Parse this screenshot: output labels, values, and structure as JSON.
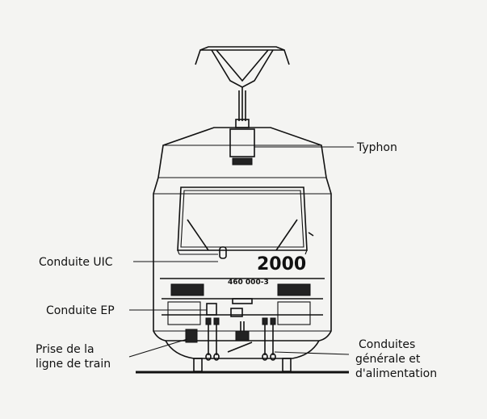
{
  "labels": {
    "typhon": "Typhon",
    "conduite_uic": "Conduite UIC",
    "conduite_ep": "Conduite EP",
    "prise_line1": "Prise de la",
    "prise_line2": "ligne de train",
    "conduites_line1": "Conduites",
    "conduites_line2": "générale et",
    "conduites_line3": "d'alimentation"
  },
  "locomotive": {
    "number": "2000",
    "registration": "460 000-3"
  }
}
